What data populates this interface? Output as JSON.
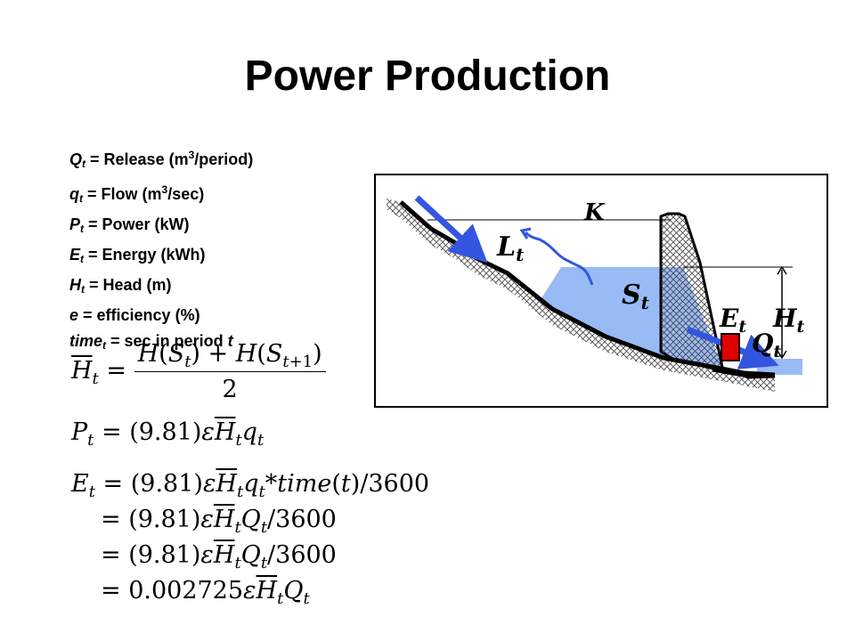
{
  "title": "Power Production",
  "definitions": [
    {
      "sym": "Q",
      "sub": "t",
      "text_before": " = Release (m",
      "sup": "3",
      "text_after": "/period)"
    },
    {
      "sym": "q",
      "sub": "t",
      "text_before": " = Flow (m",
      "sup": "3",
      "text_after": "/sec)"
    },
    {
      "sym": "P",
      "sub": "t",
      "text_before": " = Power (kW)",
      "sup": "",
      "text_after": ""
    },
    {
      "sym": "E",
      "sub": "t",
      "text_before": " = Energy (kWh)",
      "sup": "",
      "text_after": ""
    },
    {
      "sym": "H",
      "sub": "t",
      "text_before": " = Head (m)",
      "sup": "",
      "text_after": ""
    },
    {
      "sym": "e",
      "sub": "",
      "text_before": " = efficiency (%)",
      "sup": "",
      "text_after": ""
    },
    {
      "sym": "time",
      "sub": "t",
      "text_before": " = sec in period ",
      "sup": "",
      "text_after": "t"
    }
  ],
  "equations": {
    "head": {
      "lhs": "H",
      "lhs_sub": "t",
      "num": "H(S_t) + H(S_{t+1})",
      "den": "2"
    },
    "power": "P_t = (9.81) ε H̄_t q_t",
    "energy_1": "E_t = (9.81) ε H̄_t q_t * time(t) / 3600",
    "energy_2": "= (9.81) ε H̄_t Q_t / 3600",
    "energy_3": "= (9.81) ε H̄_t Q_t / 3600",
    "energy_4": "= 0.002725 ε H̄_t Q_t"
  },
  "diagram_labels": {
    "capacity": "K",
    "loss": "L",
    "loss_sub": "t",
    "storage": "S",
    "storage_sub": "t",
    "energy": "E",
    "energy_sub": "t",
    "head": "H",
    "head_sub": "t",
    "release": "Q",
    "release_sub": "t"
  },
  "colors": {
    "water": "#99bbf5",
    "arrow": "#3355e0",
    "turbine": "#e00000",
    "ground": "#000000"
  }
}
